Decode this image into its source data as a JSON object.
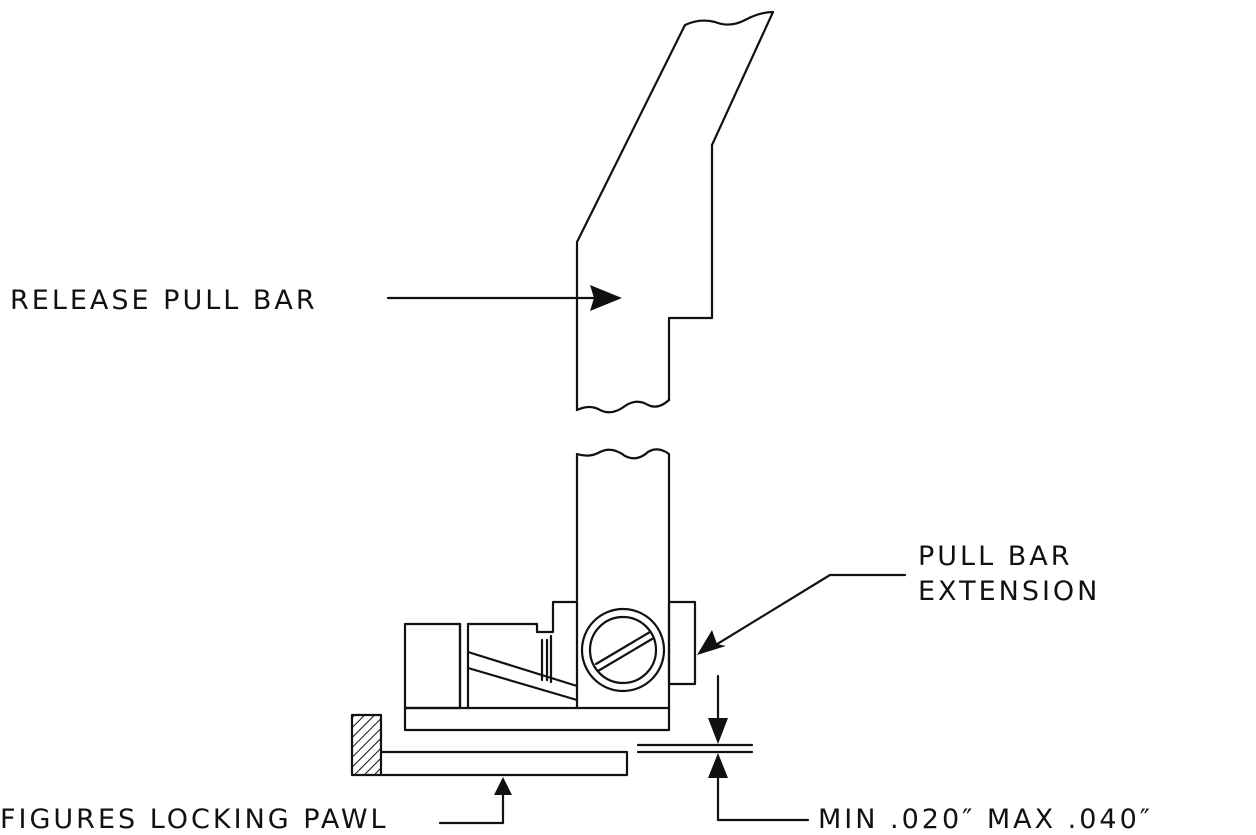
{
  "labels": {
    "release_pull_bar": "RELEASE PULL BAR",
    "pull_bar_extension_line1": "PULL BAR",
    "pull_bar_extension_line2": "EXTENSION",
    "figures_locking_pawl": "FIGURES LOCKING PAWL",
    "clearance": "MIN .020″ MAX .040″"
  },
  "colors": {
    "ink": "#111111",
    "paper": "#ffffff"
  }
}
